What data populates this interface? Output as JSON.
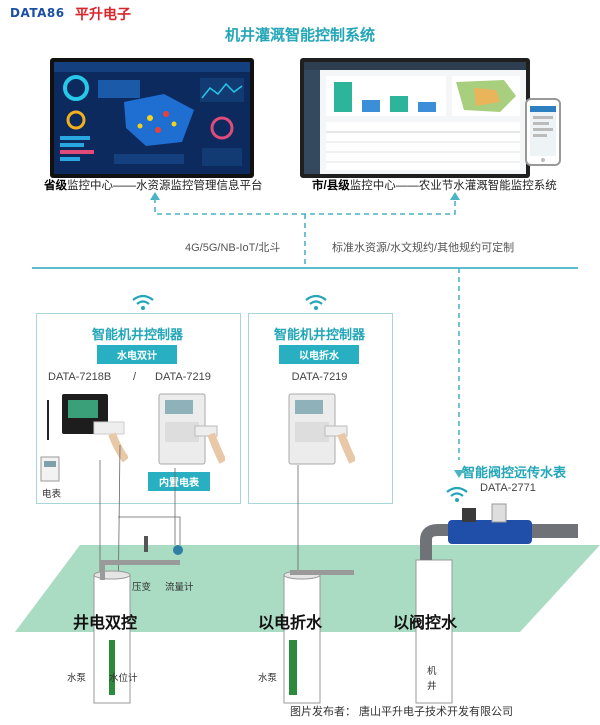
{
  "header": {
    "logo_text": "DATA86",
    "logo_cn": "平升电子",
    "title": "机井灌溉智能控制系统"
  },
  "platforms": {
    "provincial_caption_bold": "省级",
    "provincial_caption_rest": "监控中心——水资源监控管理信息平台",
    "city_caption_bold": "市/县级",
    "city_caption_rest": "监控中心——农业节水灌溉智能监控系统"
  },
  "network": {
    "left_label": "4G/5G/NB-IoT/北斗",
    "right_label": "标准水资源/水文规约/其他规约可定制"
  },
  "controllers": [
    {
      "title": "智能机井控制器",
      "badge": "水电双计",
      "model_a": "DATA-7218B",
      "separator": "/",
      "model_b": "DATA-7219",
      "meter_label": "电表",
      "builtin_label": "内置电表"
    },
    {
      "title": "智能机井控制器",
      "badge": "以电折水",
      "model": "DATA-7219"
    }
  ],
  "valve": {
    "title": "智能阀控远传水表",
    "model": "DATA-2771"
  },
  "scene": {
    "labels": [
      "井电双控",
      "以电折水",
      "以阀控水"
    ],
    "pressure": "压变",
    "flowmeter": "流量计",
    "pump1": "水泵",
    "level": "水位计",
    "pump2": "水泵",
    "well_a": "机",
    "well_b": "井"
  },
  "footer": {
    "caption": "图片发布者：  唐山平升电子技术开发有限公司"
  },
  "colors": {
    "accent": "#23a6b7",
    "dash": "#4ab3c6",
    "ground": "#a9dcc3"
  }
}
